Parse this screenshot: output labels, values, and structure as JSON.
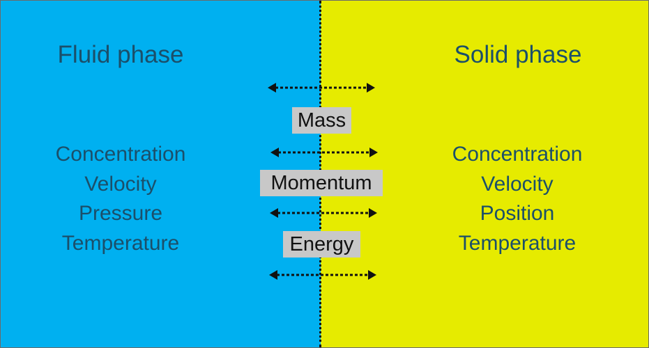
{
  "colors": {
    "fluid": "#00b0f0",
    "solid": "#e6eb00",
    "text": "#1b4f6a",
    "label_bg": "#c8c8c8",
    "arrow": "#111111"
  },
  "fluid_phase": {
    "title": "Fluid phase",
    "properties": [
      "Concentration",
      "Velocity",
      "Pressure",
      "Temperature"
    ]
  },
  "solid_phase": {
    "title": "Solid phase",
    "properties": [
      "Concentration",
      "Velocity",
      "Position",
      "Temperature"
    ]
  },
  "exchanges": [
    "Mass",
    "Momentum",
    "Energy"
  ],
  "arrow_style": "dotted double-headed"
}
